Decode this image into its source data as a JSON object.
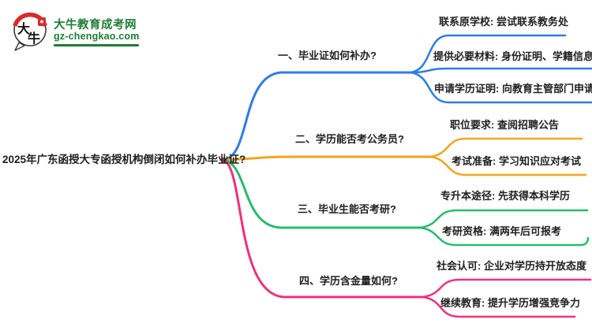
{
  "logo": {
    "icon_text": "大牛",
    "title": "大牛教育成考网",
    "domain": "gz-chengkao.com",
    "brand_green": "#1E7E34",
    "seal_red": "#D92B2B",
    "outline_dark": "#3A3A3A"
  },
  "mindmap": {
    "root": "2025年广东函授大专函授机构倒闭如何补办毕业证?",
    "root_dot_color": "#B03A2E",
    "text_color": "#1F1F1F",
    "background": "#FFFFFF",
    "branches": [
      {
        "label": "一、毕业证如何补办?",
        "color": "#2B7DE9",
        "children": [
          "联系原学校: 尝试联系教务处",
          "提供必要材料: 身份证明、学籍信息",
          "申请学历证明: 向教育主管部门申请"
        ]
      },
      {
        "label": "二、学历能否考公务员?",
        "color": "#F5A41E",
        "children": [
          "职位要求: 查阅招聘公告",
          "考试准备: 学习知识应对考试"
        ]
      },
      {
        "label": "三、毕业生能否考研?",
        "color": "#25BD6B",
        "children": [
          "专升本途径: 先获得本科学历",
          "考研资格: 满两年后可报考"
        ]
      },
      {
        "label": "四、学历含金量如何?",
        "color": "#F0307C",
        "children": [
          "社会认可: 企业对学历持开放态度",
          "继续教育: 提升学历增强竞争力"
        ]
      }
    ]
  }
}
